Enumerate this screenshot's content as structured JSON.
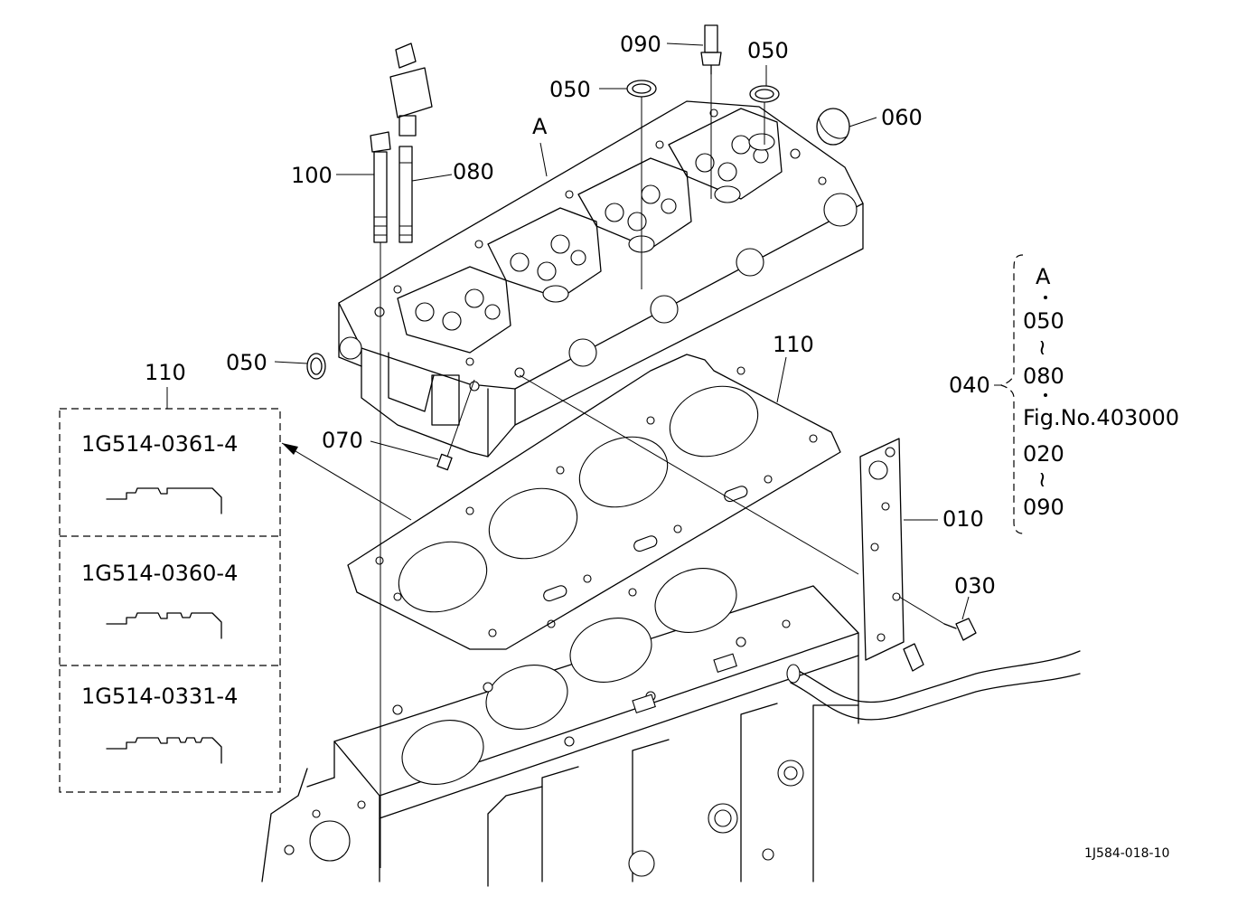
{
  "callouts": {
    "c090": "090",
    "c050_top_left": "050",
    "c050_top_right": "050",
    "c060": "060",
    "cA": "A",
    "c100": "100",
    "c080": "080",
    "c050_left": "050",
    "c110_top": "110",
    "c110_box": "110",
    "c070": "070",
    "c010": "010",
    "c030": "030"
  },
  "group_bracket": {
    "label": "040",
    "lines": [
      "A",
      "050",
      "080",
      "Fig.No.403000",
      "020",
      "090"
    ]
  },
  "variants": [
    {
      "part_number": "1G514-0361-4"
    },
    {
      "part_number": "1G514-0360-4"
    },
    {
      "part_number": "1G514-0331-4"
    }
  ],
  "figure_id": "1J584-018-10"
}
